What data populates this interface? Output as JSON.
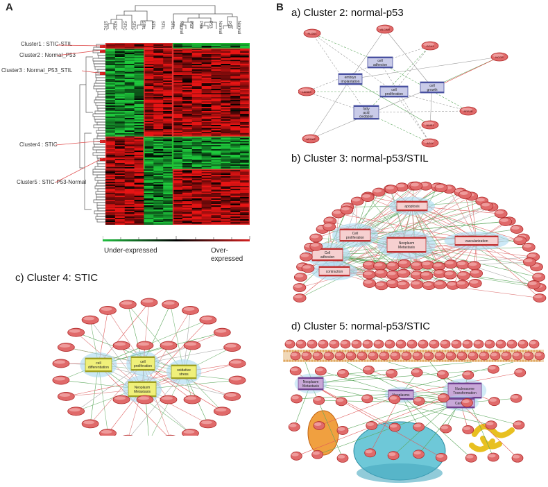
{
  "figure": {
    "panel_a_letter": "A",
    "panel_b_letter": "B",
    "heatmap": {
      "sample_labels": [
        "STIC",
        "STIC",
        "STIC",
        "STIC",
        "STIL",
        "STIL",
        "STIL",
        "STIL",
        "Normal",
        "P53",
        "P53",
        "P53",
        "Normal",
        "P53",
        "Normal"
      ],
      "cluster_labels": [
        "Cluster1  : STIC-STIL",
        "Cluster2 : Normal_P53",
        "Cluster3 : Normal_P53_STIL",
        "Cluster4 : STIC",
        "Cluster5 : STIC-P53-Normal"
      ],
      "scale_under": "Under-expressed",
      "scale_over": "Over-\nexpressed",
      "colors": {
        "red": "#d42020",
        "green": "#20c040",
        "black": "#000000",
        "box": "#e03030",
        "box_green": "#22c033"
      }
    },
    "network_a": {
      "title": "a) Cluster 2: normal-p53",
      "processes": [
        "cell adhesion",
        "embryo implantation",
        "cell proliferation",
        "cell growth",
        "fatty acid oxidation"
      ],
      "genes": [
        "PLOD1",
        "ALCAM",
        "GCH1",
        "NCCR",
        "LAMA3",
        "NME1",
        "PPP2R",
        "APOA2",
        "AGLY"
      ]
    },
    "network_b": {
      "title": "b) Cluster 3: normal-p53/STIL",
      "processes": [
        "apoptosis",
        "Cell proliferation",
        "Neoplasm Metastasis",
        "vascularization",
        "Cell adhesion",
        "contraction"
      ]
    },
    "network_c": {
      "title": "c) Cluster 4: STIC",
      "processes": [
        "cell differentiation",
        "cell proliferation",
        "oxidative stress",
        "Neoplasm Metastasis"
      ]
    },
    "network_d": {
      "title": "d) Cluster 5: normal-p53/STIC",
      "processes": [
        "Neoplasm Metastasis",
        "Neoplasms",
        "Nucleosome Transformation",
        "Cancer"
      ]
    }
  }
}
